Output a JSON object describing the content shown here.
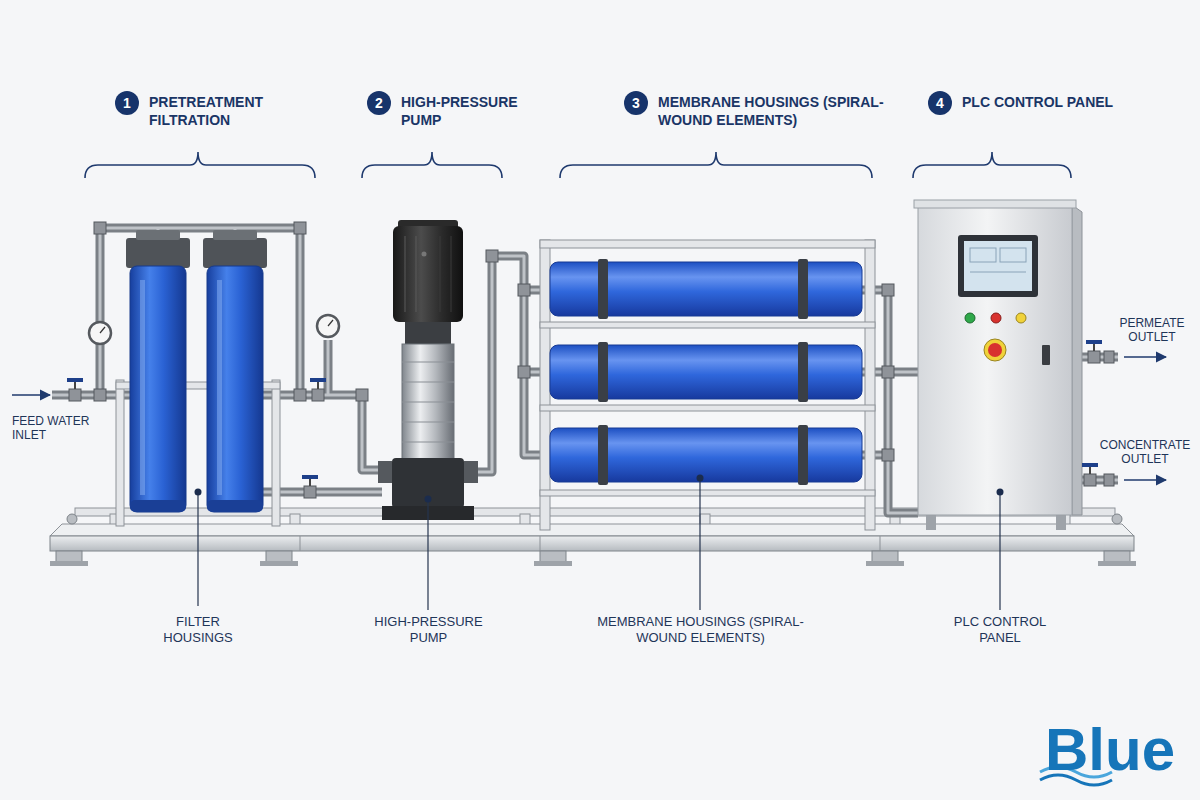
{
  "diagram": {
    "nodes": [
      {
        "text": [
          "1",
          "PRETREATMENT FILTRATION"
        ]
      },
      {
        "text": [
          "2",
          "HIGH-PRESSURE PUMP"
        ]
      },
      {
        "text": [
          "3",
          "MEMBRANE HOUSINGS (SPIRAL-WOUND ELEMENTS)"
        ]
      },
      {
        "text": [
          "4",
          "PLC CONTROL PANEL"
        ]
      }
    ],
    "labels": [
      "FEED WATER INLET",
      "PERMEATE OUTLET",
      "CONCENTRATE OUTLET",
      "FILTER HOUSINGS",
      "HIGH-PRESSURE PUMP",
      "MEMBRANE HOUSINGS (SPIRAL-WOUND ELEMENTS)",
      "PLC CONTROL PANEL",
      "Blue"
    ]
  }
}
